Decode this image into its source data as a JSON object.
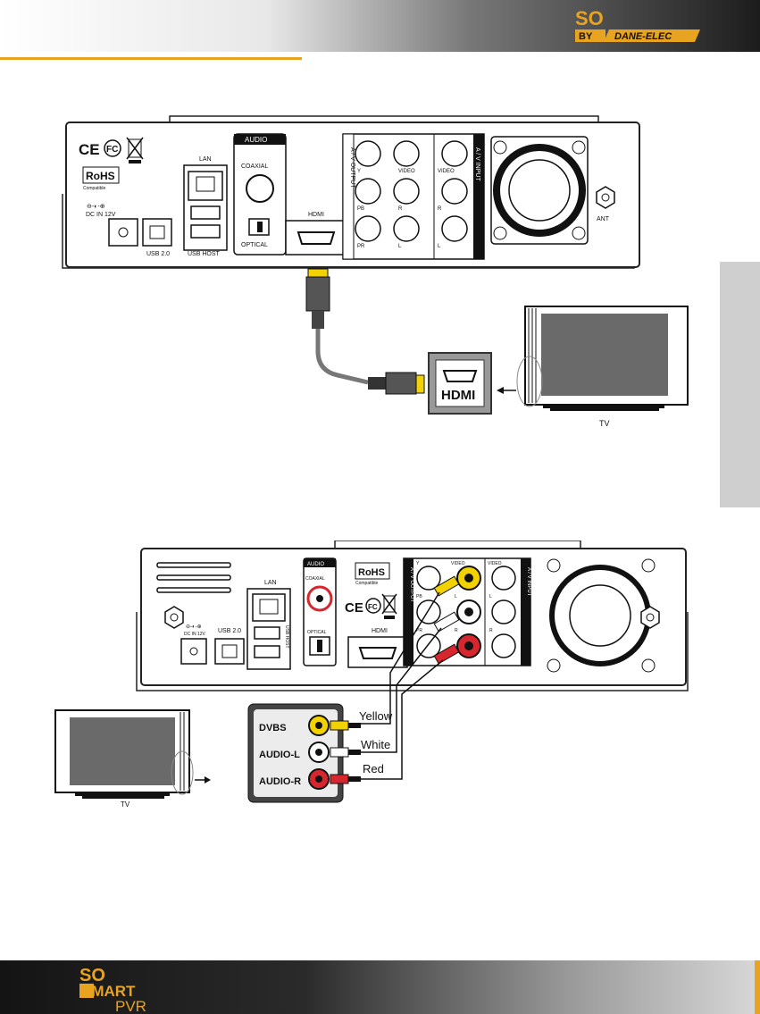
{
  "brand": {
    "top_logo": "SO",
    "top_by": "BY",
    "top_maker": "DANE-ELEC",
    "bottom_logo_line1": "SO",
    "bottom_logo_line2": "SMART",
    "bottom_logo_line3": "PVR"
  },
  "colors": {
    "accent": "#e8a320",
    "yellow_plug": "#f2d200",
    "white_plug": "#ffffff",
    "red_plug": "#d8262e",
    "panel": "#ffffff",
    "tv_screen": "#6a6a6a"
  },
  "diagram1": {
    "panel_labels": {
      "lan": "LAN",
      "audio": "AUDIO",
      "coaxial": "COAXIAL",
      "optical": "OPTICAL",
      "hdmi": "HDMI",
      "dc_in": "DC IN 12V",
      "usb20": "USB 2.0",
      "usb_host": "USB HOST",
      "av_output": "A / V OUTPUT",
      "av_input": "A / V INPUT",
      "ant": "ANT",
      "rohs": "RoHS",
      "rohs_sub": "Compatible",
      "y": "Y",
      "video": "VIDEO",
      "video2": "VIDEO",
      "pb": "PB",
      "pr": "PR",
      "r": "R",
      "r2": "R",
      "l": "L",
      "l2": "L"
    },
    "hdmi_port_label": "HDMI",
    "tv_label": "TV"
  },
  "diagram2": {
    "panel_labels": {
      "lan": "LAN",
      "audio": "AUDIO",
      "coaxial": "COAXIAL",
      "optical": "OPTICAL",
      "hdmi": "HDMI",
      "dc_in": "DC IN 12V",
      "usb20": "USB 2.0",
      "usb_host": "USB HOST",
      "av_output": "A / V OUTPUT",
      "av_input": "A / V INPUT",
      "rohs": "RoHS",
      "rohs_sub": "Compatible",
      "y": "Y",
      "video": "VIDEO",
      "video2": "VIDEO",
      "pb": "PB",
      "pr": "PR",
      "r": "R",
      "r2": "R",
      "l": "L",
      "l2": "L"
    },
    "jacks": [
      {
        "label": "DVBS",
        "cable": "Yellow"
      },
      {
        "label": "AUDIO-L",
        "cable": "White"
      },
      {
        "label": "AUDIO-R",
        "cable": "Red"
      }
    ],
    "tv_label": "TV"
  }
}
